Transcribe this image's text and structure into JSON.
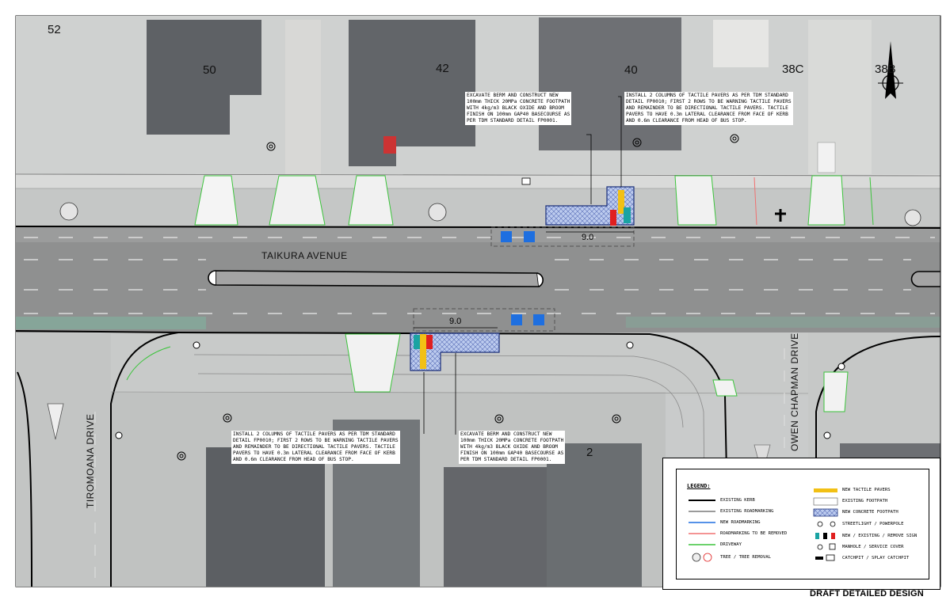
{
  "lots": {
    "l52": "52",
    "l50": "50",
    "l42": "42",
    "l40": "40",
    "l38c": "38C",
    "l38b": "38B",
    "l2": "2"
  },
  "roads": {
    "taikura": "TAIKURA AVENUE",
    "tiromoana": "TIROMOANA DRIVE",
    "owen": "OWEN CHAPMAN DRIVE"
  },
  "dimensions": {
    "north": "9.0",
    "south": "9.0"
  },
  "notes": {
    "north_footpath": "EXCAVATE BERM AND CONSTRUCT NEW\n100mm THICK 20MPa CONCRETE FOOTPATH\nWITH 4kg/m3 BLACK OXIDE AND BROOM\nFINISH ON 100mm GAP40 BASECOURSE AS\nPER TDM STANDARD DETAIL FP0001.",
    "north_tactile": "INSTALL 2 COLUMNS OF TACTILE PAVERS AS PER TDM STANDARD\nDETAIL FP0010; FIRST 2 ROWS TO BE WARNING TACTILE PAVERS\nAND REMAINDER TO BE DIRECTIONAL TACTILE PAVERS. TACTILE\nPAVERS TO HAVE 0.3m LATERAL CLEARANCE FROM FACE OF KERB\nAND 0.6m CLEARANCE FROM HEAD OF BUS STOP.",
    "south_tactile": "INSTALL 2 COLUMNS OF TACTILE PAVERS AS PER TDM STANDARD\nDETAIL FP0010; FIRST 2 ROWS TO BE WARNING TACTILE PAVERS\nAND REMAINDER TO BE DIRECTIONAL TACTILE PAVERS. TACTILE\nPAVERS TO HAVE 0.3m LATERAL CLEARANCE FROM FACE OF KERB\nAND 0.6m CLEARANCE FROM HEAD OF BUS STOP.",
    "south_footpath": "EXCAVATE BERM AND CONSTRUCT NEW\n100mm THICK 20MPa CONCRETE FOOTPATH\nWITH 4kg/m3 BLACK OXIDE AND BROOM\nFINISH ON 100mm GAP40 BASECOURSE AS\nPER TDM STANDARD DETAIL FP0001."
  },
  "legend": {
    "title": "LEGEND:",
    "left": [
      "EXISTING KERB",
      "EXISTING ROADMARKING",
      "NEW ROADMARKING",
      "ROADMARKING TO BE REMOVED",
      "DRIVEWAY",
      "TREE / TREE REMOVAL"
    ],
    "right": [
      "NEW TACTILE PAVERS",
      "EXISTING FOOTPATH",
      "NEW CONCRETE FOOTPATH",
      "STREETLIGHT / POWERPOLE",
      "NEW / EXISTING / REMOVE SIGN",
      "MANHOLE / SERVICE COVER",
      "CATCHPIT / SPLAY CATCHPIT"
    ]
  },
  "footer": "DRAFT DETAILED DESIGN",
  "colors": {
    "kerb": "#000000",
    "roadmarking_existing": "#7a7a7a",
    "roadmarking_new": "#1e6fe0",
    "roadmarking_removed": "#f07070",
    "driveway": "#3cc43c",
    "tactile": "#f2c014",
    "new_footpath": "#b9c9ec",
    "road_surface": "#8d8d8d"
  }
}
